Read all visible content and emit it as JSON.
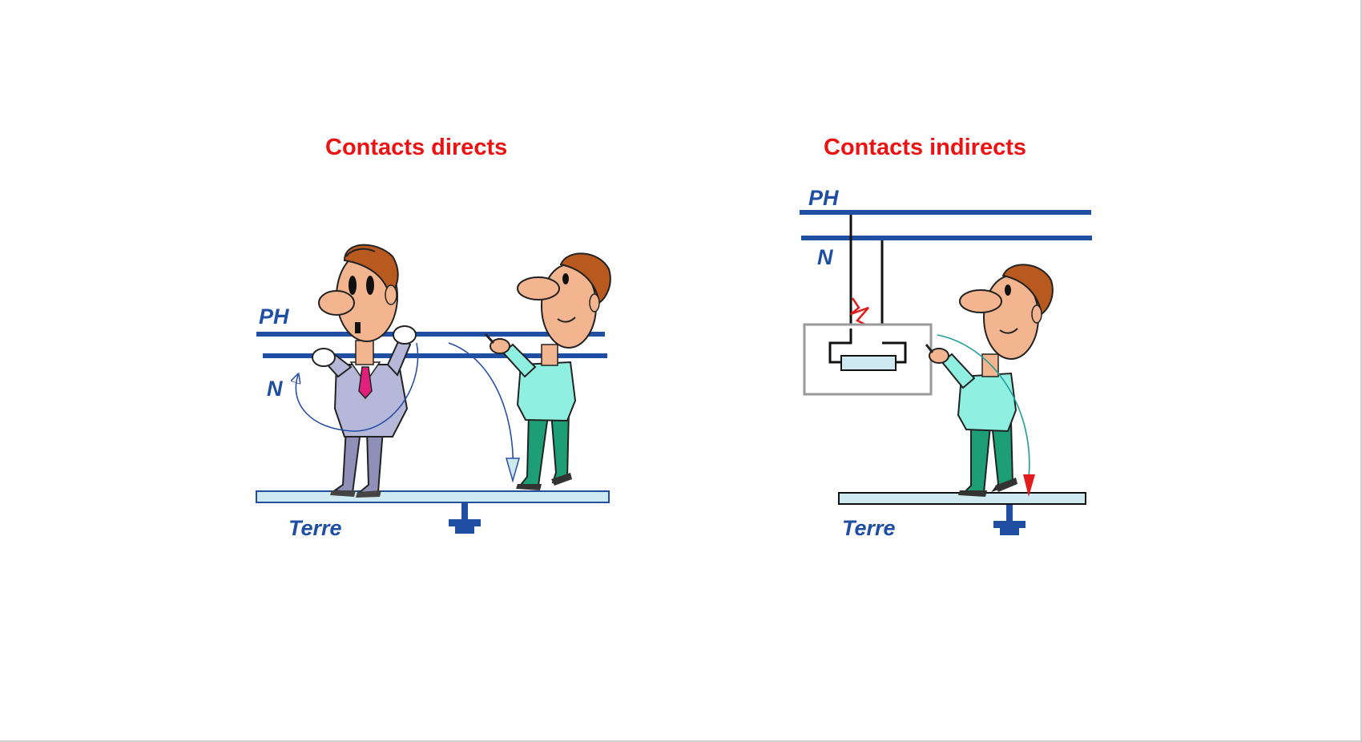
{
  "colors": {
    "title": "#ee1111",
    "wire": "#1f4ea3",
    "label": "#1f4ea3",
    "ground_plate": "#cfe9f0",
    "arrow_red": "#e21b1b",
    "arrow_blue": "#2a4fa6",
    "arrow_teal": "#1f9c9a",
    "housing": "#9a9a9a"
  },
  "left_panel": {
    "title": "Contacts directs",
    "phase_label": "PH",
    "neutral_label": "N",
    "ground_label": "Terre"
  },
  "right_panel": {
    "title": "Contacts indirects",
    "phase_label": "PH",
    "neutral_label": "N",
    "ground_label": "Terre"
  },
  "icons": {
    "ground_symbol": "earth-ground-icon",
    "fault_symbol": "zigzag-fault-icon"
  }
}
